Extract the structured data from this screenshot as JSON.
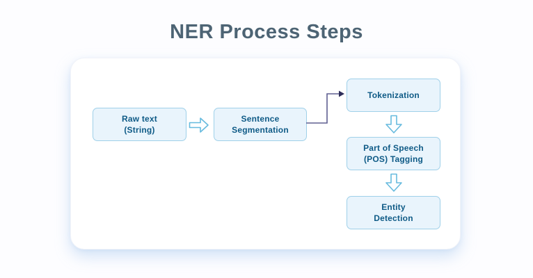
{
  "title": "NER Process Steps",
  "colors": {
    "page_bg": "#fdfdff",
    "card_bg": "#ffffff",
    "node_fill": "#e9f4fc",
    "node_border": "#9fd0e9",
    "node_text": "#0e5a86",
    "title_text": "#4d6474",
    "connector": "#5e5e91",
    "connector_head": "#2e2e5a",
    "block_arrow": "#66bade",
    "block_arrow_fill": "#fcfeff"
  },
  "icons": {
    "right_arrow": "block-arrow-right",
    "down_arrow": "block-arrow-down",
    "elbow_connector": "elbow-arrow-right"
  },
  "diagram": {
    "nodes": {
      "raw_text": {
        "line1": "Raw text",
        "line2": "(String)"
      },
      "sentence_segmentation": {
        "line1": "Sentence",
        "line2": "Segmentation"
      },
      "tokenization": {
        "line1": "Tokenization"
      },
      "pos_tagging": {
        "line1": "Part of Speech",
        "line2": "(POS) Tagging"
      },
      "entity_detection": {
        "line1": "Entity",
        "line2": "Detection"
      }
    }
  }
}
